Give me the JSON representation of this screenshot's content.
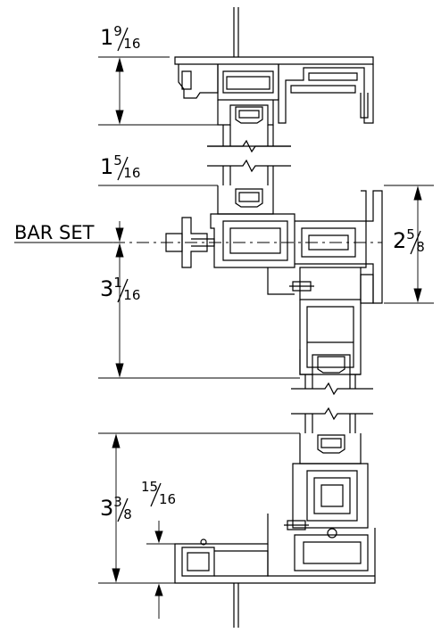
{
  "dimensions": {
    "top_glass_bite": {
      "whole": "1",
      "num": "9",
      "den": "16"
    },
    "mid_glass_bite": {
      "whole": "1",
      "num": "5",
      "den": "16"
    },
    "bar_set_label": "BAR SET",
    "frame_depth": {
      "whole": "2",
      "num": "5",
      "den": "8"
    },
    "lower_offset": {
      "whole": "3",
      "num": "1",
      "den": "16"
    },
    "sill_height": {
      "whole": "3",
      "num": "3",
      "den": "8"
    },
    "sill_step": {
      "whole": "",
      "num": "15",
      "den": "16"
    }
  },
  "colors": {
    "line": "#000000",
    "background": "#ffffff"
  }
}
